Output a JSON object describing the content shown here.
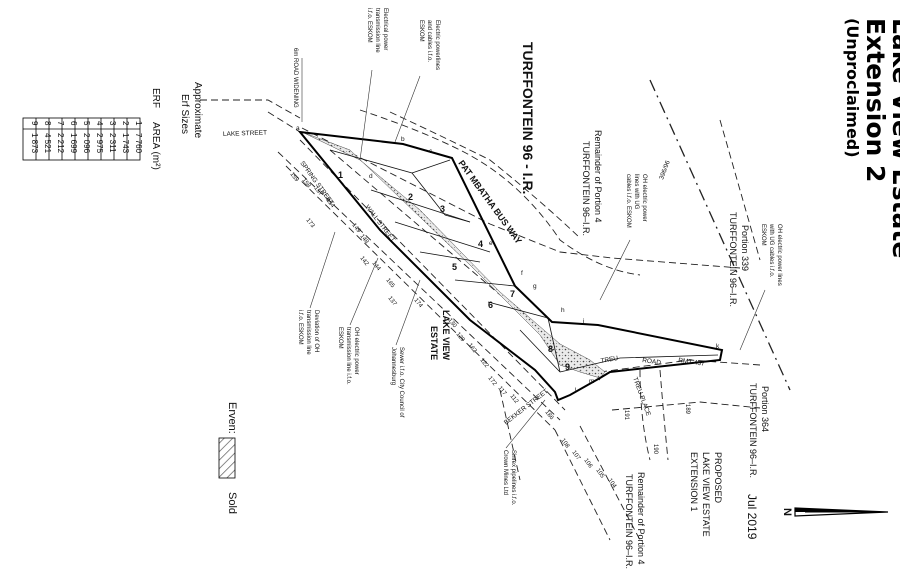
{
  "title": {
    "line1": "Lake View Estate",
    "line2": "Extension 2",
    "line3": "(Unproclaimed)"
  },
  "date": "Jul 2019",
  "north_label": "N",
  "farm_label": "TURFFONTEIN 96 - I.R.",
  "area_table": {
    "heading": "Approximate",
    "subheading": "Erf Sizes",
    "col_erf": "ERF",
    "col_area": "AREA (m²)",
    "rows": [
      {
        "erf": "1",
        "area": "7 760"
      },
      {
        "erf": "2",
        "area": "1 743"
      },
      {
        "erf": "3",
        "area": "2 311"
      },
      {
        "erf": "4",
        "area": "2 975"
      },
      {
        "erf": "5",
        "area": "2 096"
      },
      {
        "erf": "6",
        "area": "1 699"
      },
      {
        "erf": "7",
        "area": "2 212"
      },
      {
        "erf": "8",
        "area": "4 521"
      },
      {
        "erf": "9",
        "area": "1 873"
      }
    ]
  },
  "legend": {
    "label": "Erven:",
    "sold": "Sold"
  },
  "labels": {
    "remainder4_a": "Remainder of Portion 4",
    "remainder4_b": "TURFFONTEIN 96–I.R.",
    "portion339_a": "Portion 339",
    "portion339_b": "TURFFONTEIN 96–I.R.",
    "portion364_a": "Portion 364",
    "portion364_b": "TURFFONTEIN 96–I.R.",
    "proposed_a": "PROPOSED",
    "proposed_b": "LAKE VIEW ESTATE",
    "proposed_c": "EXTENSION 1",
    "remainder4_bottom_a": "Remainder of Portion 4",
    "remainder4_bottom_b": "TURFFONTEIN 96–I.R.",
    "lake_view_estate_a": "LAKE VIEW",
    "lake_view_estate_b": "ESTATE",
    "road_widening": "6m ROAD WIDENING",
    "elec_transmission_a": "Electrical power",
    "elec_transmission_b": "transmission line",
    "elec_transmission_c": "i.f.o. ESKOM",
    "elec_cables_a": "Electric powerlines",
    "elec_cables_b": "and cables i.f.o.",
    "elec_cables_c": "ESKOM",
    "oh_ug_a": "OH electric power",
    "oh_ug_b": "lines with UG",
    "oh_ug_c": "cables i.f.o. ESKOM",
    "oh_top_a": "OH electric power lines",
    "oh_top_b": "with UG cables i.f.o.",
    "oh_top_c": "ESKOM",
    "sewer_a": "Sewer i.f.o. City Council of",
    "sewer_b": "Johannesburg",
    "oh_trans_a": "OH electric power",
    "oh_trans_b": "transmission line i.f.o.",
    "oh_trans_c": "ESKOM",
    "deviation_a": "Deviation of OH",
    "deviation_b": "transmission line",
    "deviation_c": "i.f.o. ESKOM",
    "sinrex_a": "Sinrex pipelines i.f.o.",
    "sinrex_b": "Crown Mines Ltd",
    "pat_mbatha": "PAT MBATHA BUS WAY",
    "lake_street": "LAKE STREET",
    "spring_street": "SPRING STREET",
    "wall_street": "WALL STREET",
    "bekker_street": "BEKKER STREET",
    "treu_road": "TREU",
    "road": "ROAD",
    "rmt": "RMT 457",
    "treu_place": "TREU PLACE",
    "portion_ref": "396/96"
  },
  "erven": [
    "1",
    "2",
    "3",
    "4",
    "5",
    "6",
    "7",
    "8",
    "9"
  ],
  "beacons": [
    "a",
    "b",
    "c",
    "d",
    "e",
    "f",
    "g",
    "h",
    "j",
    "k",
    "l",
    "m"
  ],
  "neighbour_erven": [
    "159",
    "158",
    "157",
    "154",
    "173",
    "149",
    "148",
    "142",
    "144",
    "165",
    "137",
    "174",
    "130",
    "129",
    "162",
    "122",
    "172",
    "117",
    "112",
    "186",
    "191",
    "189",
    "190",
    "108",
    "107",
    "106",
    "105",
    "104"
  ]
}
